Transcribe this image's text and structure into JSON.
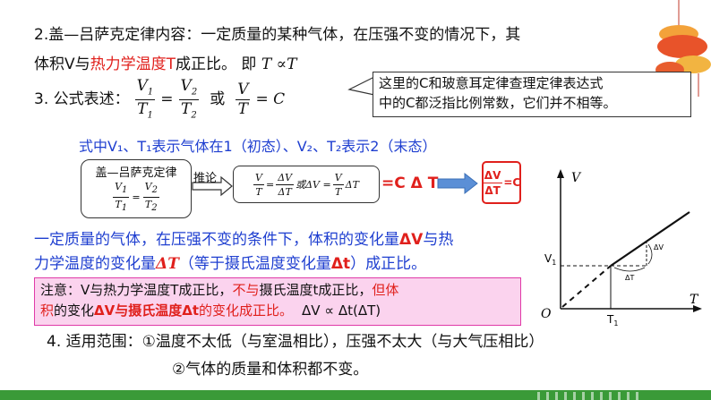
{
  "line1": {
    "text_a": "2.盖—吕萨克定律内容：一定质量的某种气体，在压强不变的情况下，其"
  },
  "line2": {
    "text_a": "体积V与",
    "text_red": "热力学温度T",
    "text_b": "成正比。  即",
    "formula": "T ∝T"
  },
  "line3": {
    "label": "3.  公式表述：",
    "f1_num": "V",
    "f1_num_sub": "1",
    "f1_den": "T",
    "f1_den_sub": "1",
    "eq": "=",
    "f2_num": "V",
    "f2_num_sub": "2",
    "f2_den": "T",
    "f2_den_sub": "2",
    "or": "或",
    "f3_num": "V",
    "f3_den": "T",
    "c": "= C"
  },
  "callout": {
    "line1": "这里的C和玻意耳定律查理定律表达式",
    "line2": "中的C都泛指比例常数，它们并不相等。"
  },
  "blue_note": {
    "text": "式中V₁、T₁表示气体在1（初态）、V₂、T₂表示2（末态）"
  },
  "derivation": {
    "law_title": "盖—吕萨克定律",
    "law_v1": "V",
    "law_s1": "1",
    "law_t1": "T",
    "law_ts1": "1",
    "law_v2": "V",
    "law_s2": "2",
    "law_t2": "T",
    "law_ts2": "2",
    "arrow_label": "推论",
    "mid_a_num": "V",
    "mid_a_den": "T",
    "mid_eq": "=",
    "mid_b_num": "ΔV",
    "mid_b_den": "ΔT",
    "mid_or": "或ΔV =",
    "mid_c_num": "V",
    "mid_c_den": "T",
    "mid_tail": "ΔT",
    "result": "=C Δ T",
    "final_num": "ΔV",
    "final_den": "ΔT",
    "final_c": "=C"
  },
  "para": {
    "l1_a": "一定质量的气体，在压强不变的条件下，体积的变化量",
    "l1_dv": "ΔV",
    "l1_b": "与热",
    "l2_a": "力学温度的变化量",
    "l2_dt": "ΔT",
    "l2_b": "（等于摄氏温度变化量",
    "l2_dt2": "Δt",
    "l2_c": "）成正比。"
  },
  "note": {
    "l1_a": "注意：V与热力学温度T成正比，",
    "l1_red": "不与",
    "l1_b": "摄氏温度t成正比，",
    "l1_red2": "但体",
    "l2_red_a": "积",
    "l2_b": "的变化",
    "l2_red_b": "ΔV与摄氏温度Δt",
    "l2_c": "的变化成正比。",
    "l2_d": "ΔV ∝ Δt(ΔT)"
  },
  "item4": {
    "label": "4.  适用范围：①温度不太低（与室温相比），压强不太大（与大气压相比）"
  },
  "item4b": {
    "text": "②气体的质量和体积都不变。"
  },
  "graph": {
    "v_axis": "V",
    "t_axis": "T",
    "origin": "O",
    "v1": "V",
    "v1_sub": "1",
    "t1": "T",
    "t1_sub": "1",
    "dv": "ΔV",
    "dt": "ΔT"
  },
  "colors": {
    "accent_red": "#e0201c",
    "blue": "#1f3fd0",
    "note_bg": "#fbd3ee",
    "note_border": "#e03aa8",
    "footer_green": "#3a9a38"
  }
}
